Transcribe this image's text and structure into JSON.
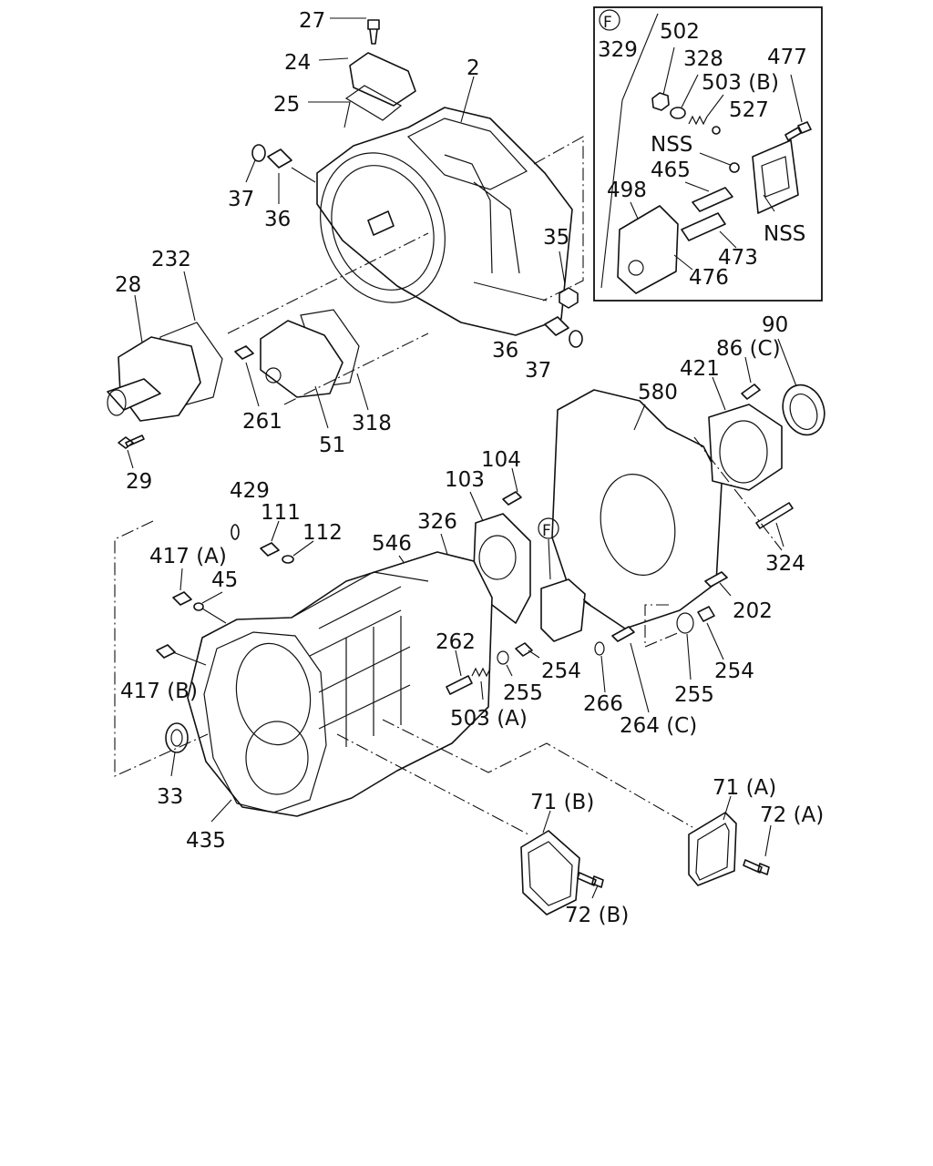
{
  "inset": {
    "marker": "F",
    "labels": {
      "l329": "329",
      "l502": "502",
      "l328": "328",
      "l503b": "503 (B)",
      "l477": "477",
      "l527": "527",
      "l nss1": "",
      "lnss1": "NSS",
      "l465": "465",
      "l498": "498",
      "lnss2": "NSS",
      "l473": "473",
      "l476": "476"
    }
  },
  "callout_marker": "F",
  "labels": {
    "l27": "27",
    "l24": "24",
    "l2": "2",
    "l25": "25",
    "l37a": "37",
    "l36a": "36",
    "l35": "35",
    "l36b": "36",
    "l37b": "37",
    "l232": "232",
    "l28": "28",
    "l261": "261",
    "l318": "318",
    "l51": "51",
    "l29": "29",
    "l90": "90",
    "l86c": "86 (C)",
    "l421": "421",
    "l580": "580",
    "l104": "104",
    "l103": "103",
    "l326": "326",
    "l546": "546",
    "l429": "429",
    "l111": "111",
    "l112": "112",
    "l417a": "417 (A)",
    "l45": "45",
    "l417b": "417 (B)",
    "l324": "324",
    "l202": "202",
    "l262": "262",
    "l254a": "254",
    "l255a": "255",
    "l503a": "503 (A)",
    "l266": "266",
    "l264c": "264 (C)",
    "l255b": "255",
    "l254b": "254",
    "l33": "33",
    "l435": "435",
    "l71b": "71 (B)",
    "l71a": "71 (A)",
    "l72a": "72 (A)",
    "l72b": "72 (B)"
  }
}
